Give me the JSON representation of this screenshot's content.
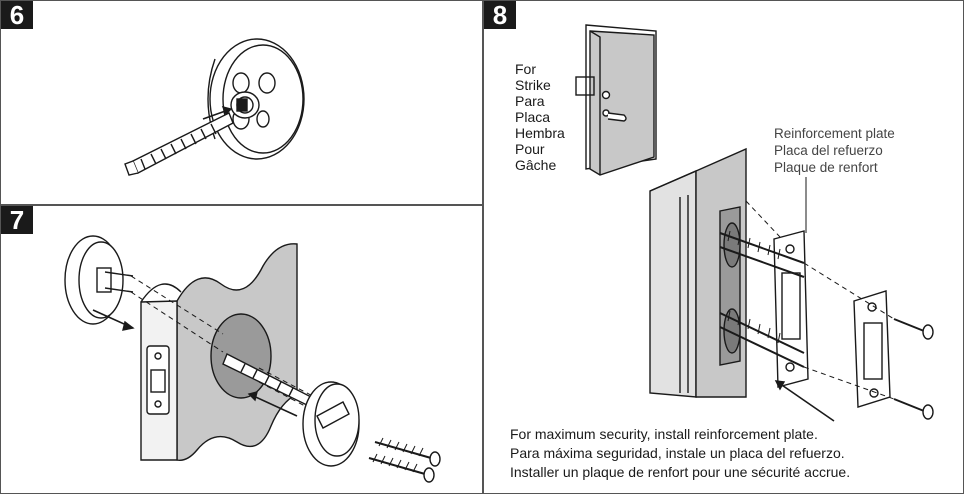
{
  "steps": {
    "step6": {
      "number": "6"
    },
    "step7": {
      "number": "7"
    },
    "step8": {
      "number": "8",
      "strike_label_lines": [
        "For",
        "Strike",
        "Para",
        "Placa",
        "Hembra",
        "Pour",
        "Gâche"
      ],
      "reinforcement_lines": [
        "Reinforcement plate",
        "Placa del refuerzo",
        "Plaque de renfort"
      ],
      "instruction_lines": [
        "For maximum security, install reinforcement plate.",
        "Para máxima seguridad, instale un placa del refuerzo.",
        "Installer un plaque de renfort pour une sécurité accrue."
      ]
    }
  },
  "colors": {
    "line": "#1a1a1a",
    "door_gray": "#c8c8c8",
    "hole_gray": "#9a9a9a",
    "badge_bg": "#1a1a1a"
  }
}
